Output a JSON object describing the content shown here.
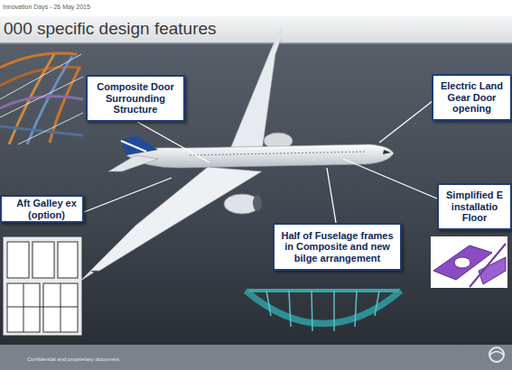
{
  "diagram": {
    "title": "000 specific design features",
    "nodes": [
      {
        "text": [
          "Composite Door Surrounding Structure"
        ]
      },
      {
        "text": [
          "Electric Land Gear Door opening"
        ]
      },
      {
        "text": [
          "Aft Galley ex (option)"
        ]
      },
      {
        "text": [
          "Half of Fuselage frames in Composite and new bilge arrangement"
        ]
      },
      {
        "text": [
          "Simplified E installatio Floor"
        ]
      }
    ],
    "labels": [
      "Innovation Days - 26 May 2015",
      "Confidential and proprietary document."
    ]
  }
}
